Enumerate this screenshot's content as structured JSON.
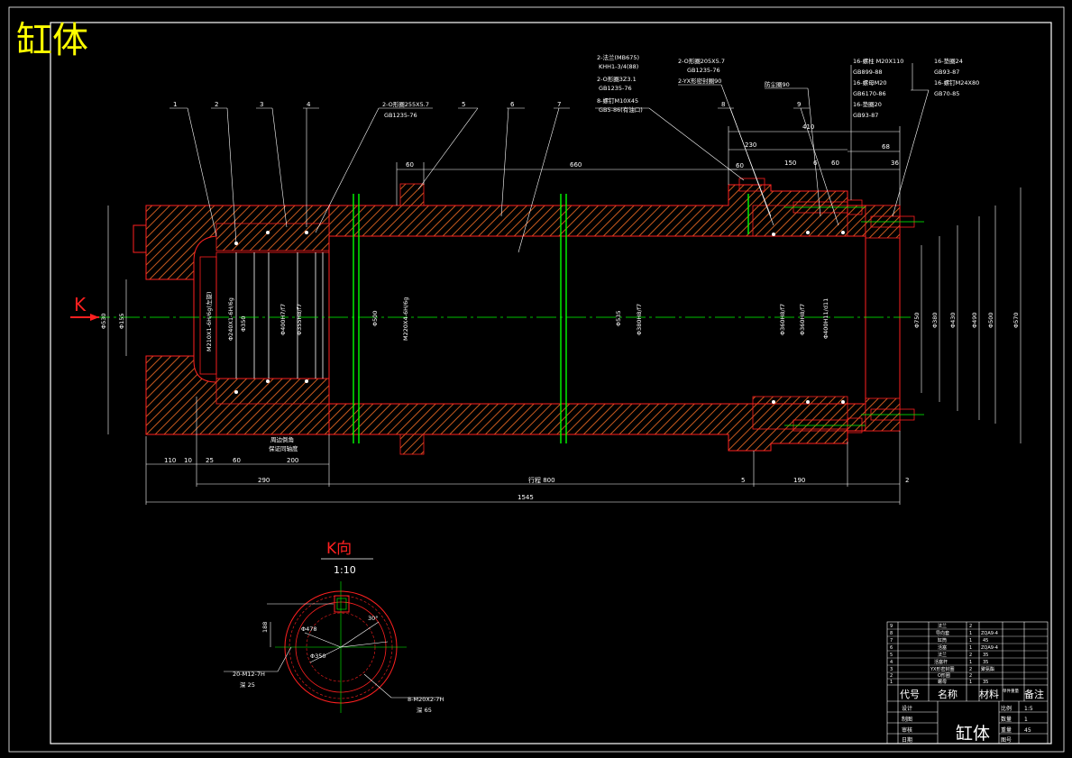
{
  "title": "缸体",
  "view_marker": "K",
  "view_title": "K向",
  "view_scale": "1:10",
  "colors": {
    "outline": "#ff2020",
    "hatch": "#c85a1e",
    "center": "#00ff00",
    "line": "#ffffff",
    "title": "#ffff00",
    "border": "#ffffff",
    "dimension": "#ffffff"
  },
  "part_numbers": [
    "1",
    "2",
    "3",
    "4",
    "5",
    "6",
    "7",
    "8",
    "9"
  ],
  "callouts": {
    "oring_a": [
      "2-O形圈255X5.7",
      "GB1235-76"
    ],
    "flange": [
      "2-法兰(MB675)",
      "KHH1-3/4(88)",
      "2-O形圈3Z3.1",
      "GB1235-76",
      "8-螺钉M10X45",
      "GB5-86(有油口)"
    ],
    "oring_b": [
      "2-O形圈205X5.7",
      "GB1235-76",
      "2-YX形密封圈90"
    ],
    "dust_ring": "防尘圈90",
    "bolt_group": [
      "16-螺柱 M20X110",
      "GB899-88",
      "16-螺母M20",
      "GB6170-86",
      "16-垫圈20",
      "GB93-87"
    ],
    "washer_group": [
      "16-垫圈24",
      "GB93-87",
      "16-螺钉M24X80",
      "GB70-85"
    ],
    "k_hole_a": [
      "20-M12-7H",
      "深 25"
    ],
    "k_hole_b": [
      "8-M20X2-7H",
      "深 65"
    ],
    "k_angle": "30°",
    "k_dia_a": "Φ478",
    "k_dia_b": "Φ350"
  },
  "dimensions": {
    "top": [
      "60",
      "660",
      "410",
      "230",
      "60",
      "150",
      "6",
      "60",
      "68",
      "36"
    ],
    "bottom": [
      "110",
      "10",
      "25",
      "60",
      "200",
      "290",
      "行程 800",
      "5",
      "190",
      "2",
      "1545"
    ],
    "left_vertical": [
      "Φ530",
      "Φ155"
    ],
    "body_vertical": [
      "M210X1-6H/6g(左旋)",
      "Φ240X1-6H/6g",
      "Φ350",
      "Φ400H7/f7",
      "Φ355H8/f7",
      "Φ500",
      "M220X4-6H/6g",
      "Φ535",
      "Φ380H8/f7",
      "Φ360H8/f7",
      "Φ360H8/f7",
      "Φ400H11/d11"
    ],
    "right_vertical": [
      "Φ750",
      "Φ380",
      "Φ430",
      "Φ490",
      "Φ500",
      "Φ570"
    ],
    "k_view": [
      "188"
    ],
    "annotation": [
      "周边倒角",
      "保证同轴度"
    ]
  },
  "bom": {
    "rows": [
      [
        "9",
        "法兰",
        "2",
        "",
        ""
      ],
      [
        "8",
        "导向套",
        "1",
        "ZQA9-4",
        ""
      ],
      [
        "7",
        "缸筒",
        "1",
        "45",
        ""
      ],
      [
        "6",
        "活塞",
        "1",
        "ZQA9-4",
        ""
      ],
      [
        "5",
        "法兰",
        "2",
        "35",
        ""
      ],
      [
        "4",
        "活塞杆",
        "1",
        "35",
        ""
      ],
      [
        "3",
        "YX形密封圈",
        "2",
        "聚氨酯",
        ""
      ],
      [
        "2",
        "O形圈",
        "2",
        "",
        ""
      ],
      [
        "1",
        "螺母",
        "1",
        "35",
        ""
      ]
    ],
    "header": [
      "代号",
      "名称",
      "材料",
      "单件重量",
      "备注"
    ],
    "foot_left": [
      "设计",
      "制图",
      "审核",
      "日期"
    ],
    "foot_mid": [
      "比例",
      "数量",
      "重量",
      "图号"
    ],
    "scale_value": "1:5",
    "qty_value": "1",
    "weight_value": "45",
    "part_title": "缸体"
  }
}
